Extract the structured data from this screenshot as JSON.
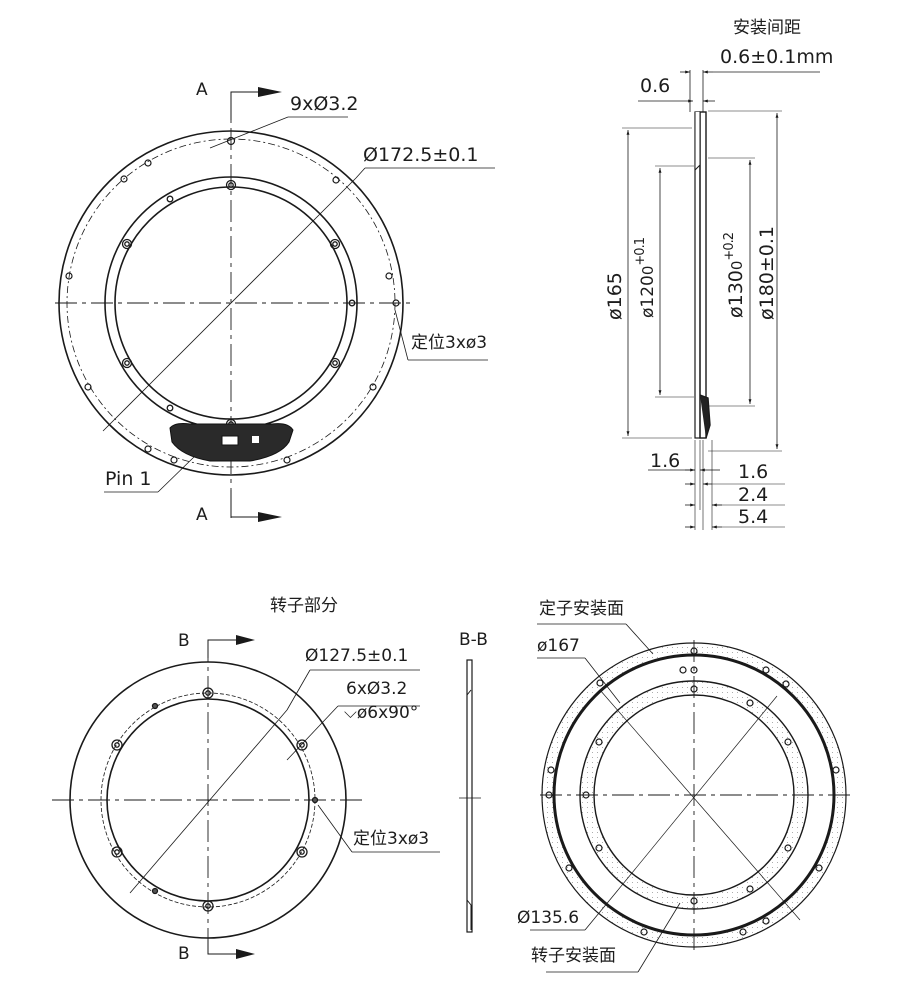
{
  "drawing": {
    "title_stator_view": {
      "section_marker_top": "A",
      "section_marker_bottom": "A",
      "callout_holes": "9xØ3.2",
      "callout_bolt_circle": "Ø172.5±0.1",
      "callout_locating": "定位3xø3",
      "callout_pin": "Pin 1"
    },
    "side_view": {
      "title": "安装间距",
      "gap_spec": "0.6±0.1mm",
      "dim_top_gap": "0.6",
      "dim_od_165": "ø165",
      "dim_120_base": "ø120",
      "dim_120_sub": "0",
      "dim_120_tol": "+0.1",
      "dim_130_base": "ø130",
      "dim_130_sub": "0",
      "dim_130_tol": "+0.2",
      "dim_180": "ø180±0.1",
      "dim_left_thk": "1.6",
      "dim_stack": [
        "1.6",
        "2.4",
        "5.4"
      ]
    },
    "rotor_view": {
      "title": "转子部分",
      "section_marker_top": "B",
      "section_marker_bottom": "B",
      "callout_bolt_circle": "Ø127.5±0.1",
      "callout_holes": "6xØ3.2",
      "callout_countersink": "⌵ø6x90°",
      "callout_locating": "定位3xø3"
    },
    "section_bb": {
      "title": "B-B"
    },
    "mounting_view": {
      "label_stator_face": "定子安装面",
      "label_rotor_face": "转子安装面",
      "dim_outer": "ø167",
      "dim_inner": "Ø135.6"
    },
    "colors": {
      "line": "#1a1a1a",
      "leader": "#333333",
      "text": "#1d1d1d",
      "background": "#ffffff"
    }
  }
}
